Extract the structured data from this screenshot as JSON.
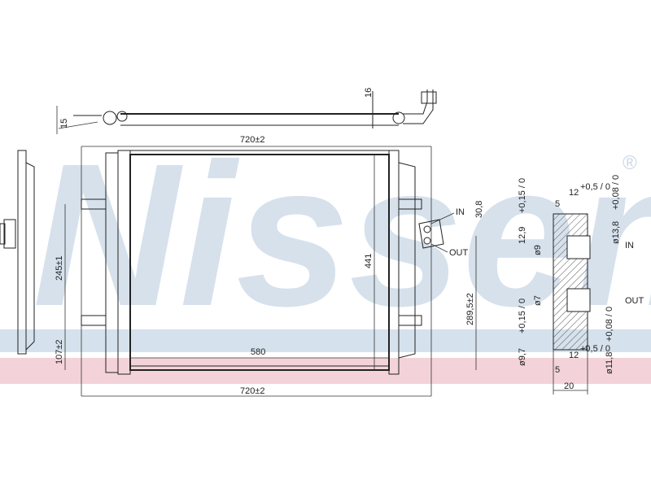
{
  "watermark": {
    "text": "Nissens",
    "registered": "®",
    "color_blue": "#c9d8e6",
    "color_pink": "#f3d3d9"
  },
  "top_view": {
    "angle_label": "15",
    "height_label": "16"
  },
  "front_view": {
    "width_top": "720±2",
    "width_bottom": "720±2",
    "core_width": "580",
    "height": "441",
    "left_upper": "245±1",
    "left_lower": "107±2",
    "right_height": "289,5±2",
    "port_spacing": "30,8",
    "in_label": "IN",
    "out_label": "OUT"
  },
  "section_view": {
    "top_dim": "12,9",
    "top_tol": "+0,15 / 0",
    "width_top": "12",
    "width_top_tol": "+0,5 / 0",
    "offset_top": "5",
    "d_in": "ø9",
    "d_in_outer": "ø13,8",
    "d_in_outer_tol": "+0,08 / 0",
    "d_out": "ø7",
    "d_out_left": "ø9,7",
    "d_out_left_tol": "+0,15 / 0",
    "d_out_outer": "ø11,8",
    "d_out_outer_tol": "+0,08 / 0",
    "width_bottom": "12",
    "width_bottom_tol": "+0,5 / 0",
    "offset_bottom": "5",
    "total_width": "20",
    "in_label": "IN",
    "out_label": "OUT"
  }
}
